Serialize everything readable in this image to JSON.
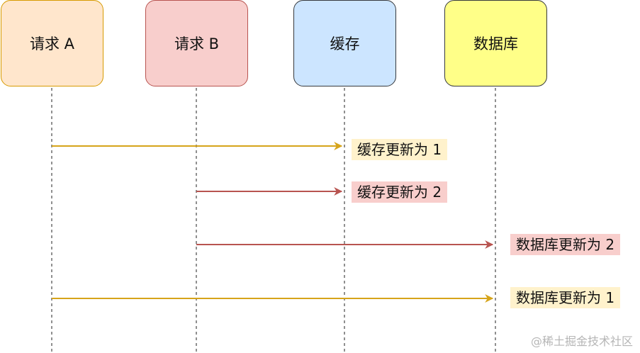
{
  "actors": [
    {
      "label": "请求 A",
      "fill": "#ffe6cc",
      "stroke": "#d79b00"
    },
    {
      "label": "请求 B",
      "fill": "#f8cecc",
      "stroke": "#b85450"
    },
    {
      "label": "缓存",
      "fill": "#cce5ff",
      "stroke": "#36393d"
    },
    {
      "label": "数据库",
      "fill": "#ffff88",
      "stroke": "#36393d"
    }
  ],
  "messages": [
    {
      "from": 0,
      "to": 2,
      "label": "缓存更新为 1",
      "color": "#d6a41a",
      "label_bg": "#fff2cc"
    },
    {
      "from": 1,
      "to": 2,
      "label": "缓存更新为 2",
      "color": "#b85450",
      "label_bg": "#f8cecc"
    },
    {
      "from": 1,
      "to": 3,
      "label": "数据库更新为 2",
      "color": "#b85450",
      "label_bg": "#f8cecc"
    },
    {
      "from": 0,
      "to": 3,
      "label": "数据库更新为 1",
      "color": "#d6a41a",
      "label_bg": "#fff2cc"
    }
  ],
  "watermark": "@稀土掘金技术社区"
}
